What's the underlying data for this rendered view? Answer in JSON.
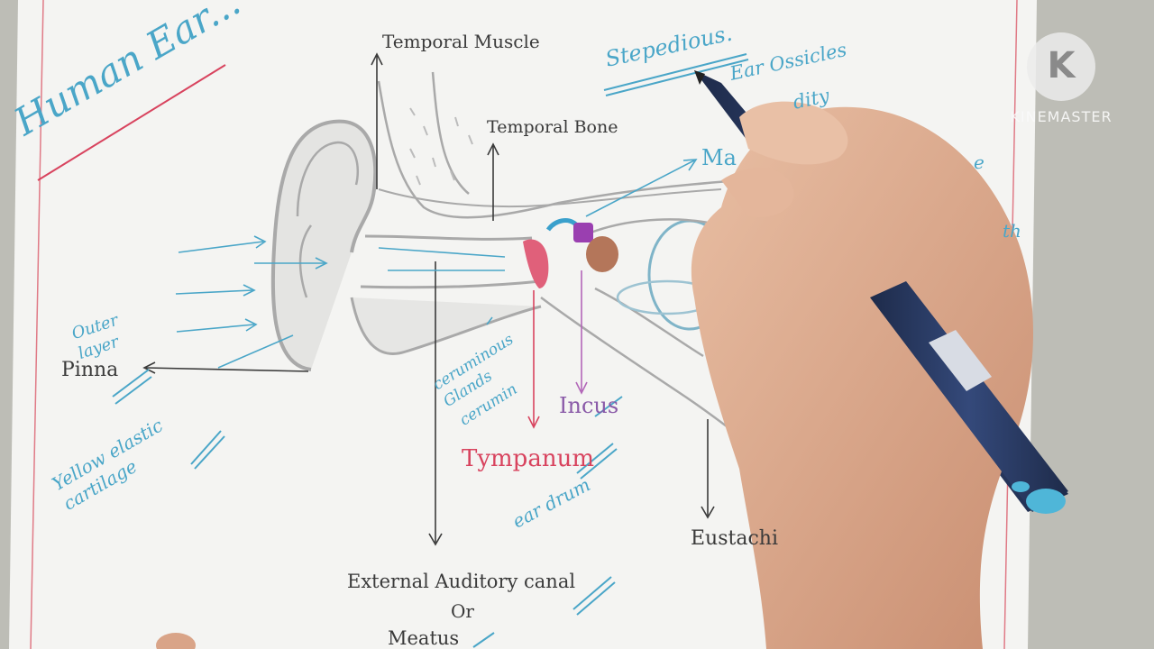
{
  "title": "Human Ear...",
  "labels": {
    "temporal_muscle": "Temporal Muscle",
    "stepedious": "Stepedious.",
    "ear_ossicles": "Ear Ossicles",
    "ossicles_line2": "dity",
    "temporal_bone": "Temporal Bone",
    "malleus_partial": "Ma",
    "outer_layer": "Outer layer",
    "pinna": "Pinna",
    "yellow_elastic_cartilage": "Yellow elastic cartilage",
    "ceruminous_glands": "ceruminous Glands",
    "cerumin": "cerumin",
    "incus": "Incus",
    "tympanum": "Tympanum",
    "ear_drum": "ear drum",
    "eustachian_partial": "Eustachi",
    "external_auditory_canal": "External Auditory canal",
    "or": "Or",
    "meatus": "Meatus",
    "right_edge_1": "e",
    "right_edge_2": "th"
  },
  "watermark": {
    "logo_letter": "K",
    "text": "KINEMASTER"
  },
  "colors": {
    "paper": "#f4f4f2",
    "pencil": "#a9a9a9",
    "ink_dark": "#3a3a3a",
    "ink_blue": "#4aa6c8",
    "ink_red": "#d8435e",
    "ink_purple": "#8a5aa8",
    "margin_red": "#e07a86",
    "skin": "#e3b59a",
    "pen_body": "#27375e",
    "pen_tip": "#4fb6d8"
  }
}
